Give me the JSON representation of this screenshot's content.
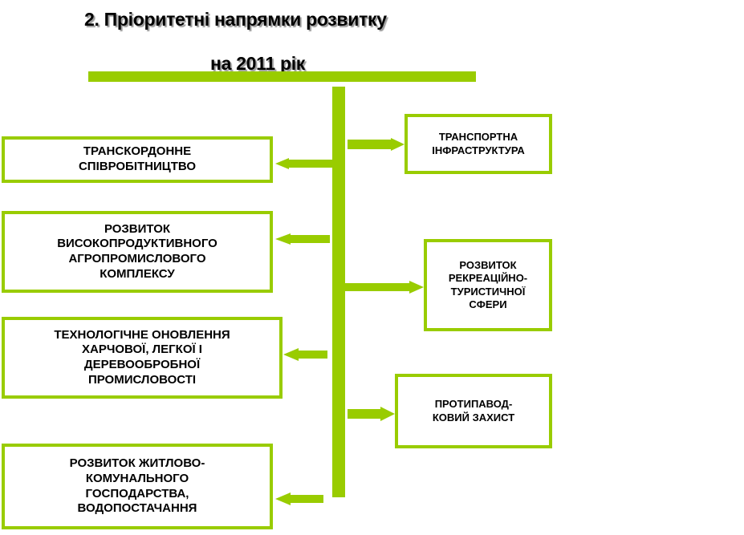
{
  "title": {
    "line1": "2. Пріоритетні напрямки розвитку",
    "line2": "на 2011 рік"
  },
  "colors": {
    "accent": "#99cc00",
    "text": "#000000"
  },
  "left_boxes": [
    {
      "label": "Транскордонне\nспівробітництво"
    },
    {
      "label": "Розвиток\nвисокопродуктивного\nагропромислового\nкомплексу"
    },
    {
      "label": "Технологічне оновлення\nхарчової, легкої і\nдеревообробної\nпромисловості"
    },
    {
      "label": "Розвиток житлово-\nкомунального\nгосподарства,\nводопостачання"
    }
  ],
  "right_boxes": [
    {
      "label": "Транспортна\nінфраструктура"
    },
    {
      "label": "Розвиток\nрекреаційно-\nтуристичної\nсфери"
    },
    {
      "label": "Протипавод-\nковий захист"
    }
  ]
}
